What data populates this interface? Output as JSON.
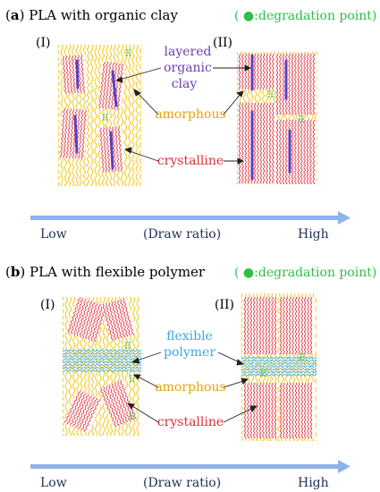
{
  "colors": {
    "amorphous": "#f2c200",
    "crystalline": "#e0303a",
    "clay": "#5a3fbf",
    "flexible": "#39a9e6",
    "degradation": "#2fbf45",
    "arrow": "#8fb2e8",
    "text_dark": "#1f2f55"
  },
  "panel_a": {
    "label_letter": "a",
    "label_text": "PLA with organic clay",
    "legend": ":degradation point)",
    "legend_open": "(",
    "stage_1": "(I)",
    "stage_2": "(II)",
    "callout_clay_1": "layered",
    "callout_clay_2": "organic",
    "callout_clay_3": "clay",
    "callout_amorphous": "amorphous",
    "callout_crystalline": "crystalline"
  },
  "panel_b": {
    "label_letter": "b",
    "label_text": "PLA with flexible polymer",
    "legend": ":degradation point)",
    "legend_open": "(",
    "stage_1": "(I)",
    "stage_2": "(II)",
    "callout_flex_1": "flexible",
    "callout_flex_2": "polymer",
    "callout_amorphous": "amorphous",
    "callout_crystalline": "crystalline"
  },
  "axis": {
    "low": "Low",
    "mid": "(Draw ratio)",
    "high": "High"
  }
}
